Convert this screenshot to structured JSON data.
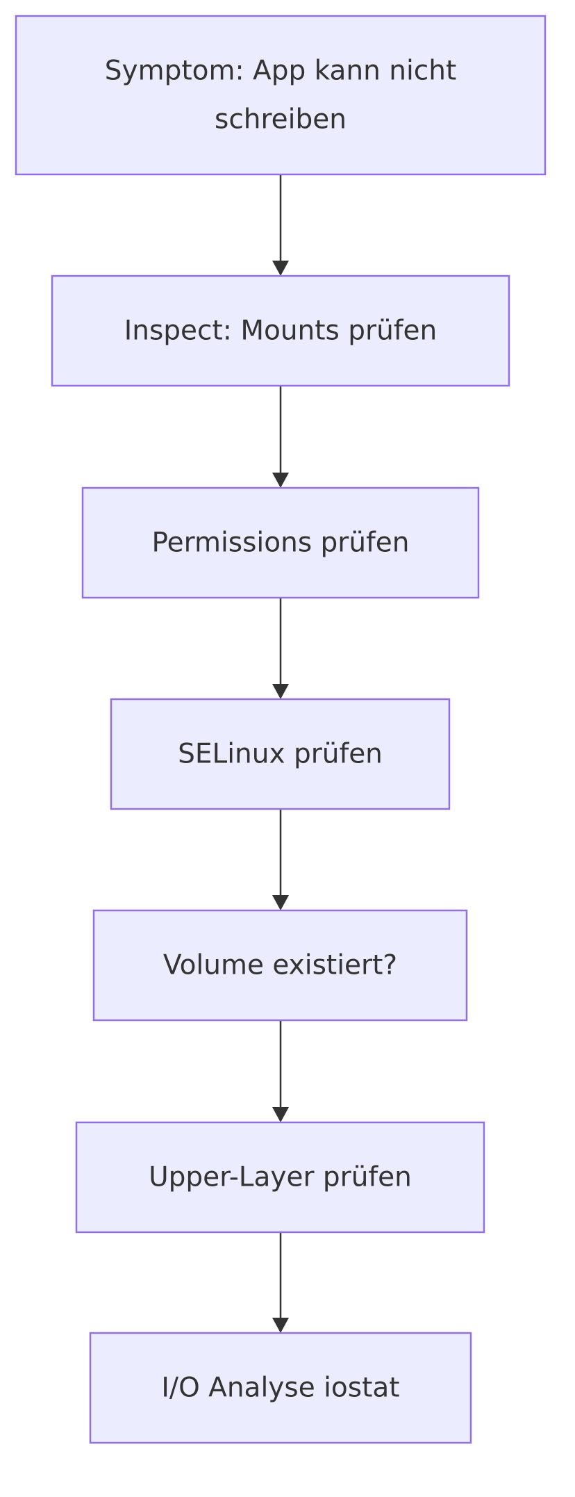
{
  "diagram": {
    "type": "flowchart",
    "direction": "top-to-bottom",
    "colors": {
      "node_fill": "#ECECFF",
      "node_stroke": "#9370DB",
      "text": "#333333",
      "edge": "#333333",
      "background": "#FFFFFF"
    },
    "nodes": [
      {
        "id": "symptom",
        "lines": [
          "Symptom: App kann nicht",
          "schreiben"
        ]
      },
      {
        "id": "inspect",
        "lines": [
          "Inspect: Mounts prüfen"
        ]
      },
      {
        "id": "permissions",
        "lines": [
          "Permissions prüfen"
        ]
      },
      {
        "id": "selinux",
        "lines": [
          "SELinux prüfen"
        ]
      },
      {
        "id": "volume",
        "lines": [
          "Volume existiert?"
        ]
      },
      {
        "id": "upper-layer",
        "lines": [
          "Upper-Layer prüfen"
        ]
      },
      {
        "id": "io-analyse",
        "lines": [
          "I/O Analyse iostat"
        ]
      }
    ],
    "edges": [
      {
        "from": "symptom",
        "to": "inspect"
      },
      {
        "from": "inspect",
        "to": "permissions"
      },
      {
        "from": "permissions",
        "to": "selinux"
      },
      {
        "from": "selinux",
        "to": "volume"
      },
      {
        "from": "volume",
        "to": "upper-layer"
      },
      {
        "from": "upper-layer",
        "to": "io-analyse"
      }
    ]
  }
}
